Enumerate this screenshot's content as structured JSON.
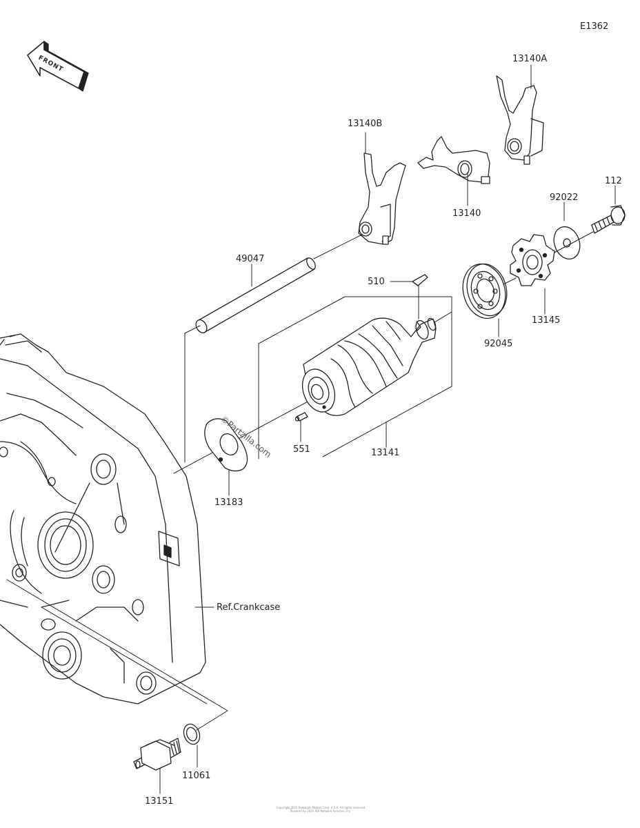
{
  "diagram_id": "E1362",
  "front_badge": "FRONT",
  "watermark": "©Partzilla.com",
  "ref_label": "Ref.Crankcase",
  "copyright_lines": [
    "Copyright 2025 Kawasaki Motors Corp. U.S.A. All rights reserved",
    "Powered by 2025 ARI Network Services, Inc."
  ],
  "colors": {
    "line": "#222222",
    "shade": "#bbbbbb",
    "background": "#ffffff"
  },
  "parts": [
    {
      "id": "13140A"
    },
    {
      "id": "13140B"
    },
    {
      "id": "13140"
    },
    {
      "id": "112"
    },
    {
      "id": "92022"
    },
    {
      "id": "49047"
    },
    {
      "id": "510"
    },
    {
      "id": "13145"
    },
    {
      "id": "92045"
    },
    {
      "id": "551"
    },
    {
      "id": "13141"
    },
    {
      "id": "13183"
    },
    {
      "id": "11061"
    },
    {
      "id": "13151"
    }
  ]
}
